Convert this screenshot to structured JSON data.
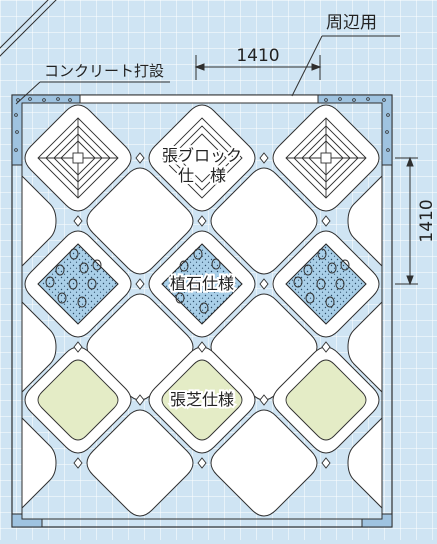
{
  "labels": {
    "perimeter": "周辺用",
    "concrete": "コンクリート打設",
    "dim_horizontal": "1410",
    "dim_vertical": "1410",
    "block_spec_line1": "張ブロック",
    "block_spec_line2": "仕　様",
    "stone_spec": "植石仕様",
    "turf_spec": "張芝仕様"
  },
  "colors": {
    "background": "#cfe4f3",
    "grid": "#ffffff",
    "frame": "#ffffff",
    "stroke": "#2f2f2f",
    "concrete": "#9fc3e0",
    "stone_fill": "#a9cfe8",
    "turf_fill": "#e4ecc6"
  }
}
